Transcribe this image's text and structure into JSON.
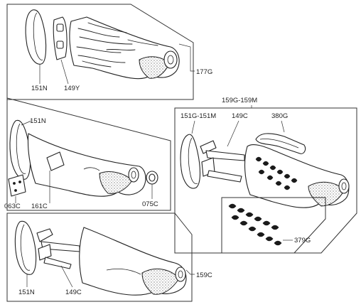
{
  "colors": {
    "line": "#222222",
    "background": "#ffffff",
    "stipple": "#555555"
  },
  "labels": {
    "p177g": "177G",
    "p151n_top": "151N",
    "p149y": "149Y",
    "p151n_mid": "151N",
    "p063c": "063C",
    "p161c": "161C",
    "p075c": "075C",
    "p159g159m": "159G-159M",
    "p151g151m": "151G-151M",
    "p149c_right": "149C",
    "p380g": "380G",
    "p379g": "379G",
    "p159c": "159C",
    "p151n_bot": "151N",
    "p149c_bot": "149C"
  }
}
